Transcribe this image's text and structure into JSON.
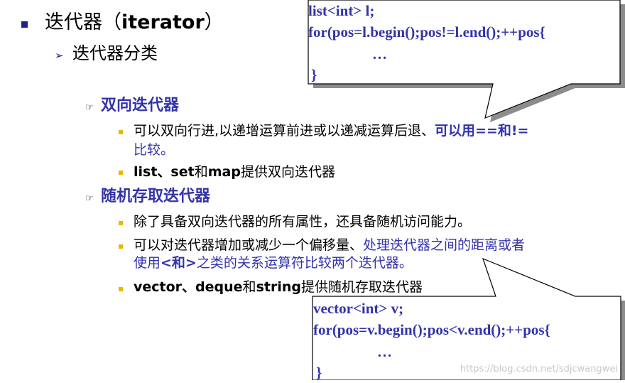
{
  "heading": {
    "title_cn": "迭代器",
    "title_paren_open": "（",
    "title_latin": "iterator",
    "title_paren_close": "）",
    "subtitle": "迭代器分类"
  },
  "bidirectional": {
    "title": "双向迭代器",
    "point1_a": "可以双向行进,以递增运算前进或以递减运算后退、",
    "point1_b": "可以用==和!=",
    "point1_c": "比较。",
    "point2_a": "list、set",
    "point2_b": "和",
    "point2_c": "map",
    "point2_d": "提供双向迭代器"
  },
  "random_access": {
    "title": "随机存取迭代器",
    "point1": "除了具备双向迭代器的所有属性，还具备随机访问能力。",
    "point2_a": "可以对迭代器增加或减少一个偏移量、",
    "point2_b": "处理迭代器之间的距离或者",
    "point2_c": "使用",
    "point2_d": "<和>",
    "point2_e": "之类的关系运算符比较两个迭代器。",
    "point3_a": "vector、deque",
    "point3_b": "和",
    "point3_c": "string",
    "point3_d": "提供随机存取迭代器"
  },
  "callout_list": {
    "line1": "list<int> l;",
    "line2": "for(pos=l.begin();pos!=l.end();++pos{",
    "line3": "…",
    "line4": "}"
  },
  "callout_vector": {
    "line1": "vector<int> v;",
    "line2": "for(pos=v.begin();pos<v.end();++pos{",
    "line3": "…",
    "line4": "}"
  },
  "watermark": "https://blog.csdn.net/sdjcwangwei"
}
